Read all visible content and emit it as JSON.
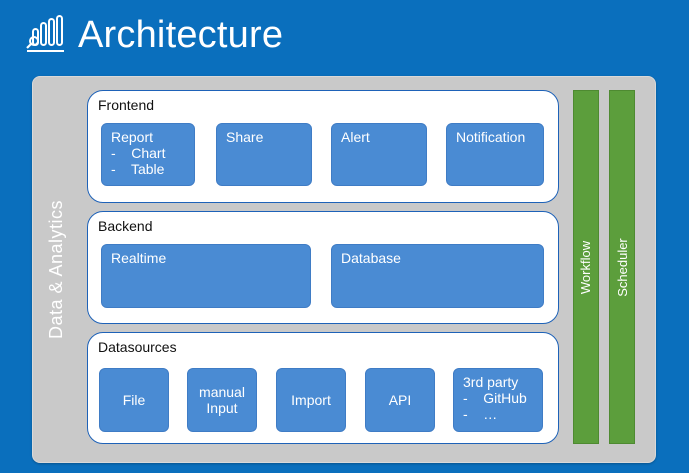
{
  "header": {
    "title": "Architecture",
    "icon": "analytics-chart-icon"
  },
  "platform_label": "Data & Analytics",
  "layers": {
    "frontend": {
      "title": "Frontend",
      "boxes": {
        "report": {
          "lines": [
            "Report",
            "-    Chart",
            "-    Table"
          ]
        },
        "share": {
          "lines": [
            "Share"
          ]
        },
        "alert": {
          "lines": [
            "Alert"
          ]
        },
        "notification": {
          "lines": [
            "Notification"
          ]
        }
      }
    },
    "backend": {
      "title": "Backend",
      "boxes": {
        "realtime": {
          "lines": [
            "Realtime"
          ]
        },
        "database": {
          "lines": [
            "Database"
          ]
        }
      }
    },
    "datasources": {
      "title": "Datasources",
      "boxes": {
        "file": {
          "lines": [
            "File"
          ]
        },
        "manual_input": {
          "lines": [
            "manual",
            "Input"
          ]
        },
        "import": {
          "lines": [
            "Import"
          ]
        },
        "api": {
          "lines": [
            "API"
          ]
        },
        "third_party": {
          "lines": [
            "3rd party",
            "-    GitHub",
            "-    …"
          ]
        }
      }
    }
  },
  "side_bars": {
    "workflow": "Workflow",
    "scheduler": "Scheduler"
  },
  "colors": {
    "background": "#0a6fbd",
    "panel": "#c9c9c9",
    "component": "#4a8bd3",
    "layer_border": "#1e62b8",
    "side_bar": "#5c9e3c"
  }
}
